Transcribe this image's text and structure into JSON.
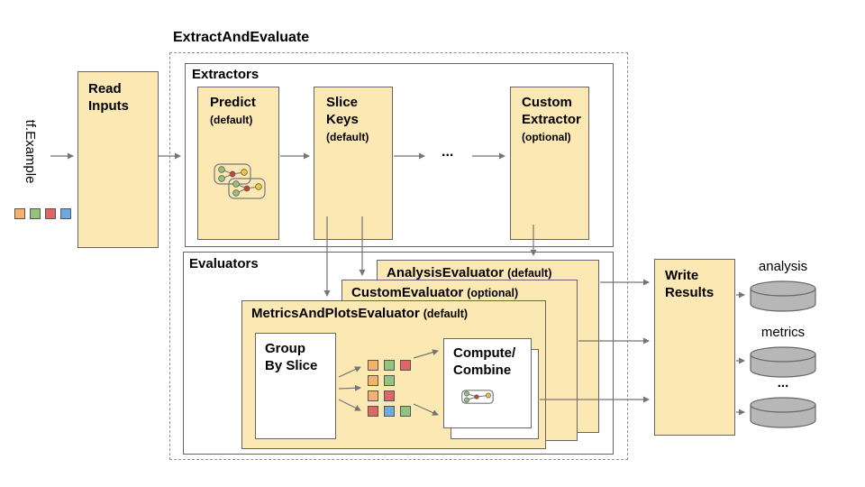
{
  "palette": {
    "orange": "#F6B26B",
    "green": "#93C47D",
    "red": "#E06666",
    "blue": "#6FA8DC",
    "yellow": "#F1C232",
    "dark_red": "#C0453F",
    "box_fill": "#FCE8B2",
    "box_border": "#666666",
    "cylinder_fill": "#B7B7B7",
    "arrow": "#757575"
  },
  "input": {
    "label": "tf.Example",
    "squares": [
      "orange",
      "green",
      "red",
      "blue"
    ]
  },
  "read_inputs": {
    "title": "Read\nInputs"
  },
  "pipeline": {
    "title": "ExtractAndEvaluate"
  },
  "extractors": {
    "label": "Extractors",
    "predict": {
      "title": "Predict",
      "subtitle": "(default)"
    },
    "slice_keys": {
      "title": "Slice\nKeys",
      "subtitle": "(default)"
    },
    "ellipsis": "...",
    "custom": {
      "title": "Custom\nExtractor",
      "subtitle": "(optional)"
    }
  },
  "evaluators": {
    "label": "Evaluators",
    "analysis": {
      "title": "AnalysisEvaluator",
      "subtitle": "(default)"
    },
    "custom": {
      "title": "CustomEvaluator",
      "subtitle": "(optional)"
    },
    "metrics_plots": {
      "title": "MetricsAndPlotsEvaluator",
      "subtitle": "(default)"
    },
    "group_by_slice": {
      "title": "Group\nBy Slice"
    },
    "compute_combine": {
      "title": "Compute/\nCombine"
    },
    "slice_rows": [
      [
        "orange",
        "green",
        "red"
      ],
      [
        "orange",
        "green"
      ],
      [
        "orange",
        "red"
      ],
      [
        "red",
        "blue",
        "green"
      ]
    ]
  },
  "write_results": {
    "title": "Write\nResults"
  },
  "outputs": [
    {
      "label": "analysis"
    },
    {
      "label": "metrics"
    },
    {
      "label": "..."
    }
  ]
}
